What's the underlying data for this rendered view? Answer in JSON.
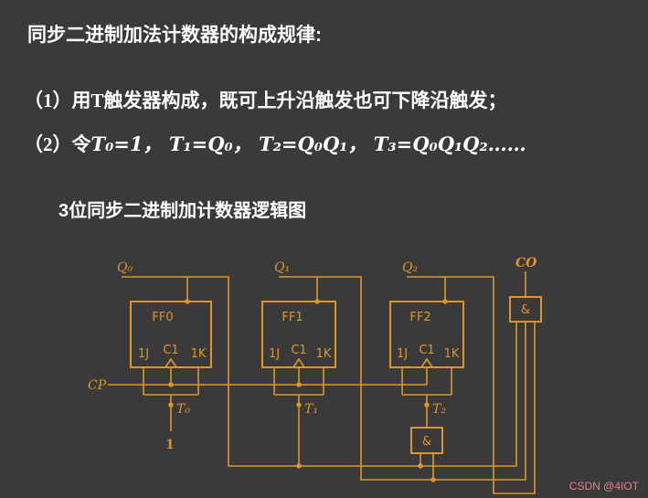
{
  "slide": {
    "title": "同步二进制加法计数器的构成规律:",
    "point1": "（1）用T触发器构成，既可上升沿触发也可下降沿触发；",
    "point2_prefix": "（2）令",
    "point2_math": "T₀=1， T₁=Q₀， T₂=Q₀Q₁， T₃=Q₀Q₁Q₂……",
    "subtitle": "3位同步二进制加计数器逻辑图"
  },
  "diagram": {
    "flipflops": [
      {
        "name": "FF0",
        "j": "1J",
        "c": "C1",
        "k": "1K"
      },
      {
        "name": "FF1",
        "j": "1J",
        "c": "C1",
        "k": "1K"
      },
      {
        "name": "FF2",
        "j": "1J",
        "c": "C1",
        "k": "1K"
      }
    ],
    "labels": {
      "q0": "Q₀",
      "q1": "Q₁",
      "q2": "Q₂",
      "co": "CO",
      "cp": "CP",
      "t0": "T₀",
      "t1": "T₁",
      "t2": "T₂",
      "one": "1",
      "and": "&"
    },
    "colors": {
      "background": "#3a3a3a",
      "wire": "#dd9728",
      "text": "#ffffff",
      "watermark": "#e87f88"
    }
  },
  "watermark": "CSDN @4IOT"
}
